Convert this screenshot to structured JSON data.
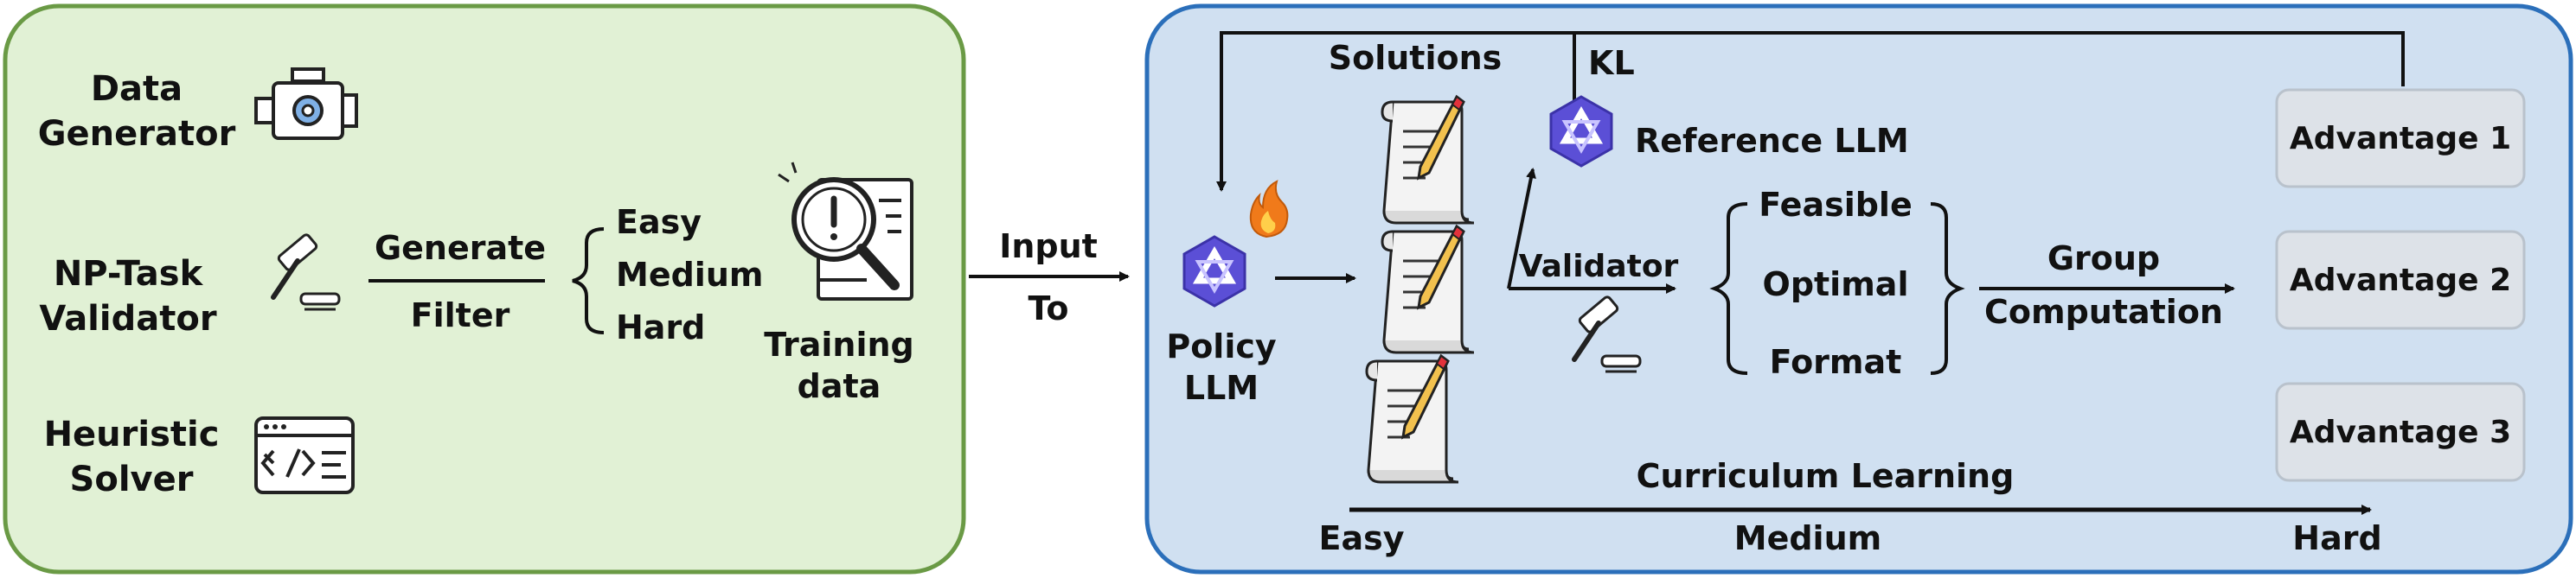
{
  "colors": {
    "left_fill": "#e1f1d5",
    "left_stroke": "#6a9a45",
    "right_fill": "#d0e0f1",
    "right_stroke": "#2b6fba",
    "adv_fill": "#dde2e8",
    "adv_stroke": "#b9c2cc",
    "llm_icon": "#5b4fd6",
    "flame": "#f07a1a",
    "ink": "#111111"
  },
  "left_panel": {
    "sources": [
      {
        "line1": "Data",
        "line2": "Generator",
        "icon": "engine-gear-icon"
      },
      {
        "line1": "NP-Task",
        "line2": "Validator",
        "icon": "gavel-icon"
      },
      {
        "line1": "Heuristic",
        "line2": "Solver",
        "icon": "code-window-icon"
      }
    ],
    "arrow_top": "Generate",
    "arrow_bottom": "Filter",
    "difficulties": [
      "Easy",
      "Medium",
      "Hard"
    ],
    "training": {
      "line1": "Training",
      "line2": "data",
      "icon": "magnifier-document-icon"
    }
  },
  "connector": {
    "top": "Input",
    "bottom": "To"
  },
  "right_panel": {
    "policy": {
      "line1": "Policy",
      "line2": "LLM",
      "icons": [
        "policy-llm-icon",
        "flame-icon"
      ]
    },
    "solutions_label": "Solutions",
    "kl_label": "KL",
    "reference_label": "Reference LLM",
    "validator_label": "Validator",
    "criteria": [
      "Feasible",
      "Optimal",
      "Format"
    ],
    "group": {
      "line1": "Group",
      "line2": "Computation"
    },
    "advantages": [
      "Advantage 1",
      "Advantage 2",
      "Advantage 3"
    ],
    "curriculum": {
      "title": "Curriculum Learning",
      "stages": [
        "Easy",
        "Medium",
        "Hard"
      ]
    }
  }
}
